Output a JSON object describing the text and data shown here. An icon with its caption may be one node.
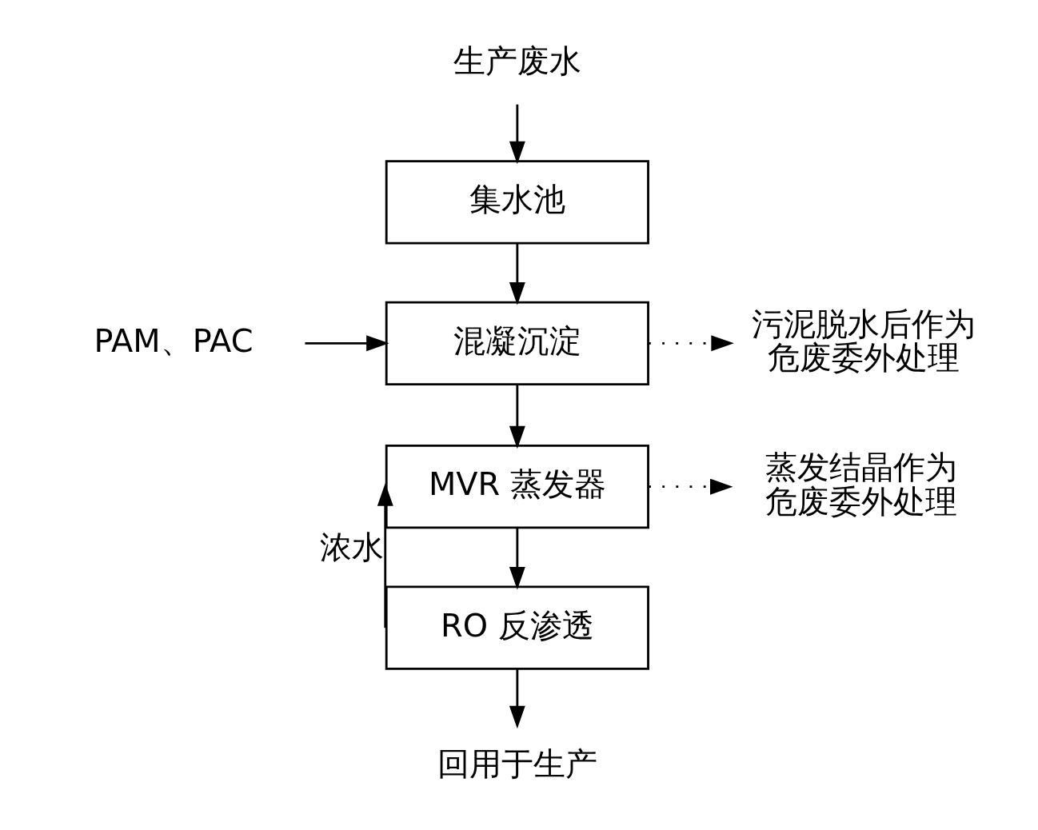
{
  "diagram": {
    "nodes": [
      {
        "text": [
          "生产废水"
        ]
      },
      {
        "text": [
          "集水池"
        ]
      },
      {
        "text": [
          "混凝沉淀"
        ]
      },
      {
        "text": [
          "PAM、PAC"
        ]
      },
      {
        "text": [
          "污泥脱水后作为危废委外处理"
        ]
      },
      {
        "text": [
          "MVR 蒸发器"
        ]
      },
      {
        "text": [
          "蒸发结晶作为危废委外处理"
        ]
      },
      {
        "text": [
          "RO 反渗透"
        ]
      },
      {
        "text": [
          "回用于生产"
        ]
      }
    ],
    "edges": [
      {
        "from": 0,
        "to": 1,
        "arrow": "to"
      },
      {
        "from": 1,
        "to": 2,
        "arrow": "to"
      },
      {
        "from": 3,
        "to": 2,
        "arrow": "to"
      },
      {
        "from": 2,
        "to": 4,
        "arrow": "to",
        "style": "dashed"
      },
      {
        "from": 2,
        "to": 5,
        "arrow": "to"
      },
      {
        "from": 5,
        "to": 6,
        "arrow": "to",
        "style": "dashed"
      },
      {
        "from": 5,
        "to": 7,
        "arrow": "to"
      },
      {
        "from": 7,
        "to": 5,
        "arrow": "to",
        "label": "浓水"
      },
      {
        "from": 7,
        "to": 8,
        "arrow": "to"
      }
    ]
  }
}
